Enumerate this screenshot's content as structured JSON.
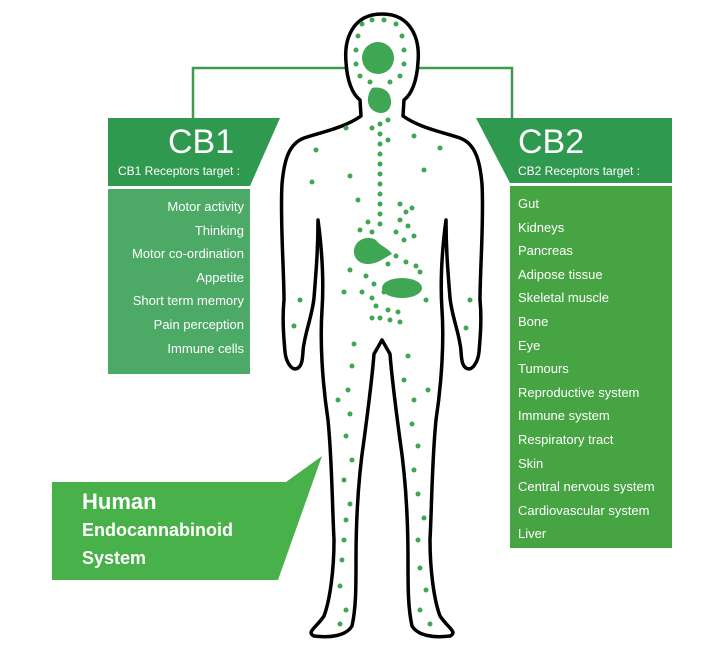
{
  "cb1": {
    "title": "CB1",
    "subtitle": "CB1 Receptors target :",
    "items": [
      "Motor activity",
      "Thinking",
      "Motor co-ordination",
      "Appetite",
      "Short term memory",
      "Pain perception",
      "Immune cells"
    ]
  },
  "cb2": {
    "title": "CB2",
    "subtitle": "CB2 Receptors target :",
    "items": [
      "Gut",
      "Kidneys",
      "Pancreas",
      "Adipose tissue",
      "Skeletal muscle",
      "Bone",
      "Eye",
      "Tumours",
      "Reproductive system",
      "Immune system",
      "Respiratory tract",
      "Skin",
      "Central nervous system",
      "Cardiovascular system",
      "Liver"
    ]
  },
  "system_label": {
    "line1": "Human",
    "line2": "Endocannabinoid",
    "line3": "System"
  },
  "colors": {
    "header_dark": "#2f9a4f",
    "panel_cb1": "#4daa66",
    "panel_cb2": "#46a443",
    "label_green": "#48b14a",
    "connector": "#3f9a50",
    "body_outline": "#000000",
    "organ": "#3fa753",
    "dot": "#3fa753"
  }
}
